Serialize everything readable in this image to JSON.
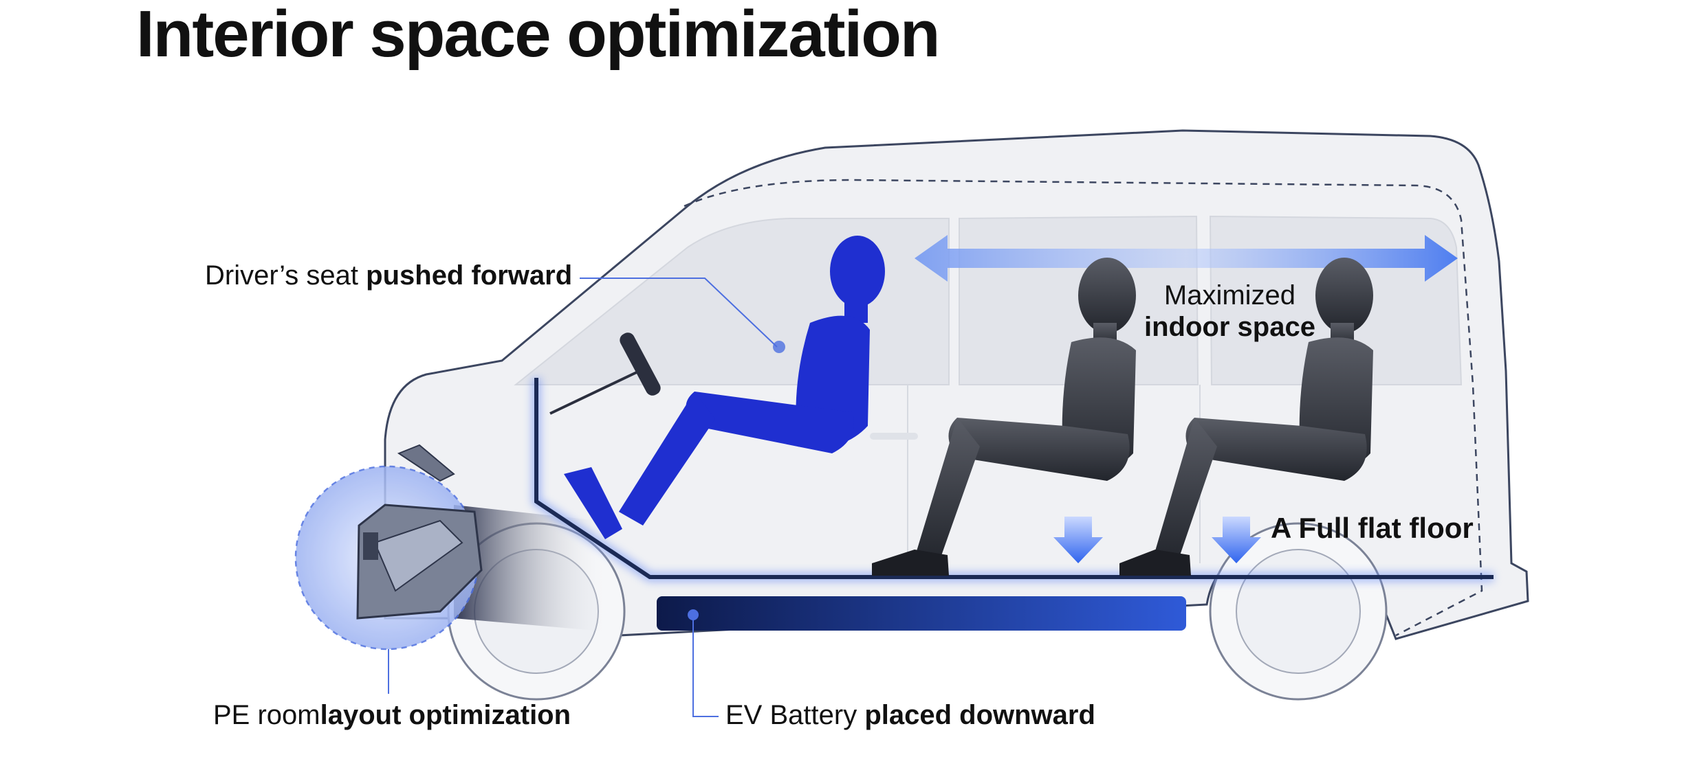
{
  "title": "Interior space optimization",
  "labels": {
    "driver": {
      "prefix": "Driver’s seat ",
      "bold": "pushed forward"
    },
    "indoor": {
      "line1": "Maximized",
      "line2": "indoor space"
    },
    "floor": "A Full flat floor",
    "pe": {
      "prefix": "PE room",
      "bold": "layout optimization"
    },
    "battery": {
      "prefix": "EV Battery ",
      "bold": "placed downward"
    }
  },
  "colors": {
    "driver_figure": "#1f2fd0",
    "passenger_figure": "#4a4d55",
    "floor_line": "#1b2a55",
    "battery_start": "#0d1a4a",
    "battery_end": "#2f5ad8",
    "accent_arrow": "#3f73f0",
    "vehicle_outline": "#3c4660"
  },
  "icons": {
    "space_arrow": "double-arrow-horizontal",
    "floor_arrows": "arrow-down"
  }
}
